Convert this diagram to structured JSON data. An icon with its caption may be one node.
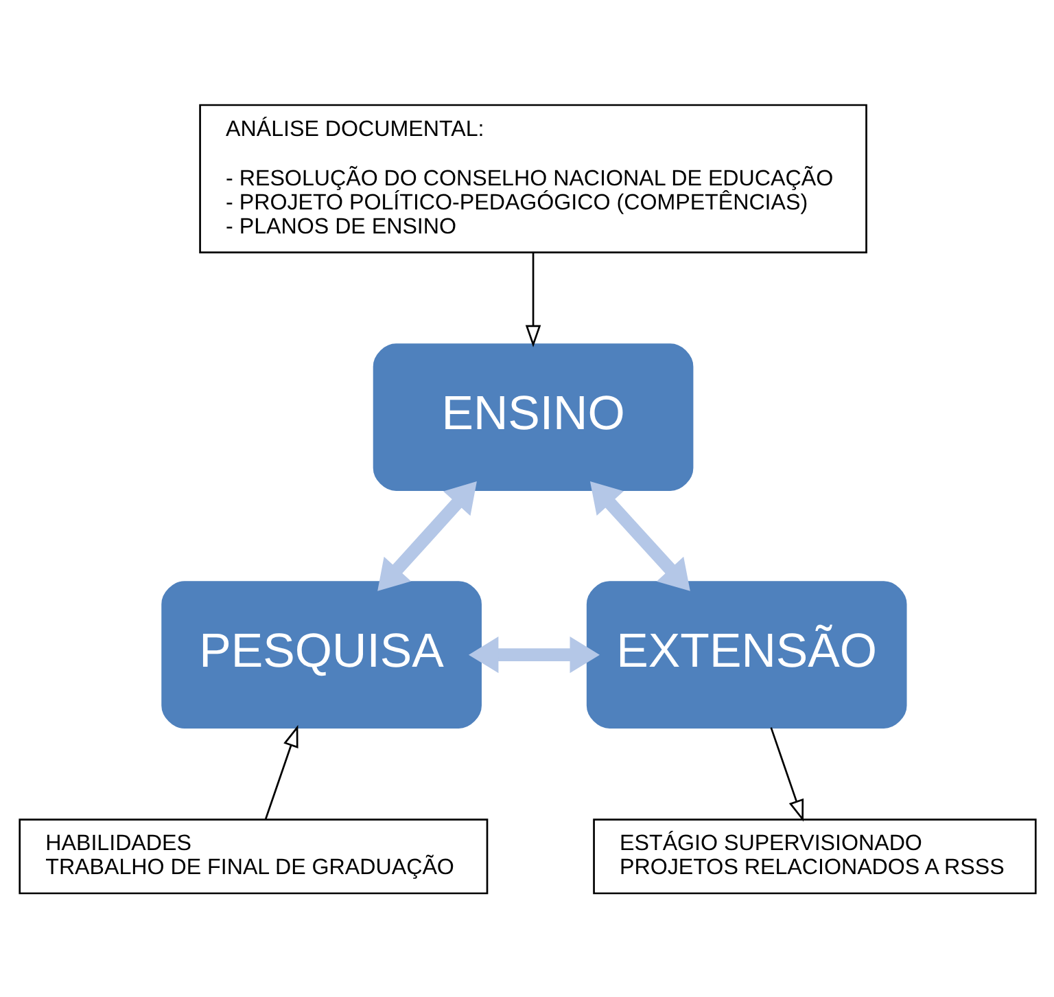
{
  "diagram": {
    "nodes": [
      {
        "text": [
          "ANÁLISE DOCUMENTAL:",
          "- RESOLUÇÃO DO CONSELHO NACIONAL DE EDUCAÇÃO",
          "- PROJETO POLÍTICO-PEDAGÓGICO (COMPETÊNCIAS)",
          "- PLANOS DE ENSINO"
        ]
      },
      {
        "text": [
          "ENSINO"
        ]
      },
      {
        "text": [
          "PESQUISA"
        ]
      },
      {
        "text": [
          "EXTENSÃO"
        ]
      },
      {
        "text": [
          "HABILIDADES",
          "TRABALHO DE FINAL DE GRADUAÇÃO"
        ]
      },
      {
        "text": [
          "ESTÁGIO SUPERVISIONADO",
          "PROJETOS RELACIONADOS A RSSS"
        ]
      }
    ],
    "edges": [
      {
        "from": 0,
        "to": 1,
        "arrow": "to"
      },
      {
        "from": 1,
        "to": 2,
        "arrow": "both",
        "style": "thick",
        "color": "#b4c7e7"
      },
      {
        "from": 1,
        "to": 3,
        "arrow": "both",
        "style": "thick",
        "color": "#b4c7e7"
      },
      {
        "from": 2,
        "to": 3,
        "arrow": "both",
        "style": "thick",
        "color": "#b4c7e7"
      },
      {
        "from": 4,
        "to": 2,
        "arrow": "to"
      },
      {
        "from": 3,
        "to": 5,
        "arrow": "to"
      }
    ]
  }
}
